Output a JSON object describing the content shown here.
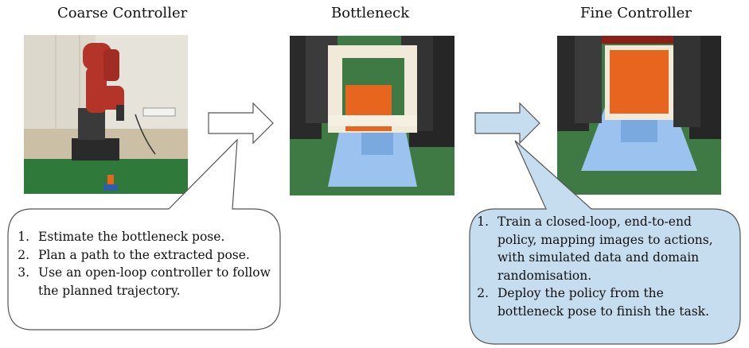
{
  "headings": {
    "coarse": "Coarse Controller",
    "bottleneck": "Bottleneck",
    "fine": "Fine Controller"
  },
  "coarse_steps": [
    "Estimate the bottleneck pose.",
    "Plan a path to the extracted pose.",
    "Use an open-loop controller to follow the planned trajectory."
  ],
  "fine_steps": [
    "Train a closed-loop, end-to-end policy, mapping images to actions, with simulated data and domain randomisation.",
    "Deploy the policy from the bottleneck pose to finish the task."
  ],
  "colors": {
    "fine_callout_fill": "#c6dcef",
    "fine_arrow_fill": "#c6dcef",
    "outline": "#555555",
    "table_green": "#2f7a3a",
    "robot_red": "#b5342a",
    "cube_orange": "#e8651f",
    "base_blue": "#9cc3ef"
  }
}
